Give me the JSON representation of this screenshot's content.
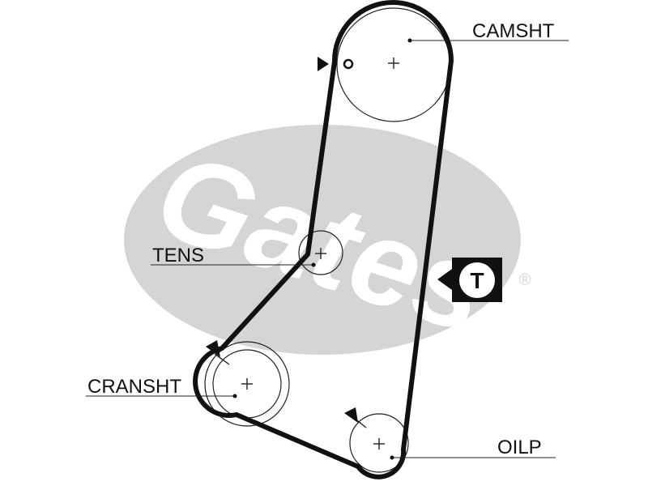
{
  "labels": {
    "camshaft": "CAMSHT",
    "tensioner": "TENS",
    "crankshaft": "CRANSHT",
    "oil_pump": "OILP",
    "tension_badge": "T"
  },
  "logo": {
    "text": "Gates",
    "registered_mark": "®"
  },
  "colors": {
    "belt": "#111111",
    "pulley": "#222222",
    "logo_gray": "#d5d5d5",
    "background": "#ffffff"
  }
}
